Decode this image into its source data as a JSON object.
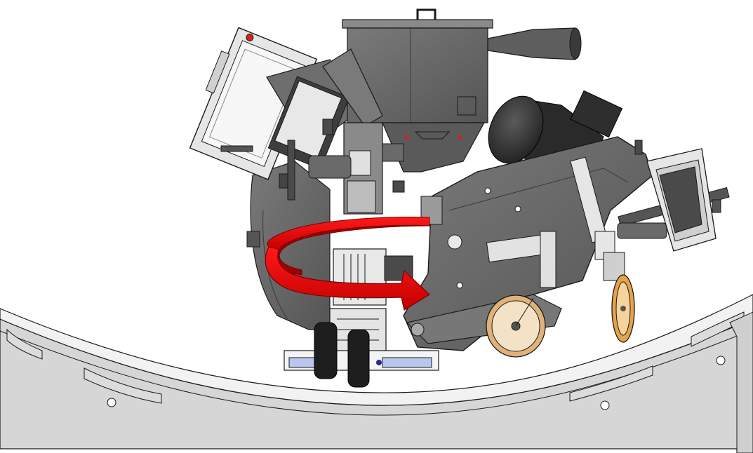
{
  "figure": {
    "background": "#ffffff",
    "colors": {
      "machine_body": "#6b6b6b",
      "machine_dark": "#3f3f3f",
      "machine_light": "#9a9a9a",
      "panel_light": "#e6e6e6",
      "panel_frame": "#cfcfcf",
      "track_fill": "#d6d6d6",
      "track_band": "#f2f2f2",
      "outline": "#1a1a1a",
      "arrow_red": "#e00000",
      "arrow_dark": "#a30000",
      "wheel_tan": "#e0b27a",
      "wheel_orange": "#e6a24a",
      "brush_blue": "#b9c6ee",
      "indicator_red": "#d62020",
      "indicator_yellow": "#e6c020"
    },
    "elements": [
      {
        "name": "curved-pipe-track",
        "icon": "curved-rail"
      },
      {
        "name": "rotation-arrow",
        "icon": "curved-arrow-clockwise"
      },
      {
        "name": "hopper-unit",
        "icon": "hopper"
      },
      {
        "name": "electric-motor",
        "icon": "motor"
      },
      {
        "name": "control-panel",
        "icon": "panel-box"
      },
      {
        "name": "drive-wheel",
        "icon": "wheel"
      },
      {
        "name": "guide-wheel-left",
        "icon": "wheel"
      },
      {
        "name": "guide-wheel-right",
        "icon": "wheel"
      }
    ]
  }
}
